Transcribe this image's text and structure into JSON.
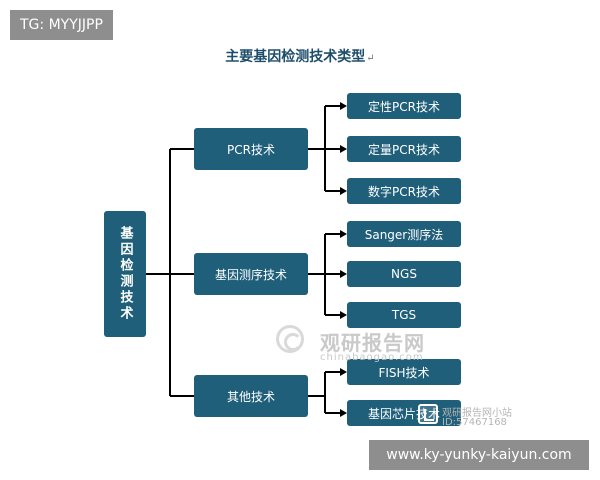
{
  "tag": "TG: MYYJJPP",
  "title": "主要基因检测技术类型",
  "title_mark": "↵",
  "root": "基因检测技术",
  "groups": [
    {
      "label": "PCR技术",
      "children": [
        "定性PCR技术",
        "定量PCR技术",
        "数字PCR技术"
      ]
    },
    {
      "label": "基因测序技术",
      "children": [
        "Sanger测序法",
        "NGS",
        "TGS"
      ]
    },
    {
      "label": "其他技术",
      "children": [
        "FISH技术",
        "基因芯片技术"
      ]
    }
  ],
  "watermark": {
    "cn": "观研报告网",
    "en": "chinabaogao.com"
  },
  "wechat": {
    "name": "观研报告网小站",
    "id": "ID:57467168"
  },
  "footer": "www.ky-yunky-kaiyun.com",
  "colors": {
    "box": "#1f5f7a",
    "line": "#000000",
    "title": "#1f4e6b"
  }
}
